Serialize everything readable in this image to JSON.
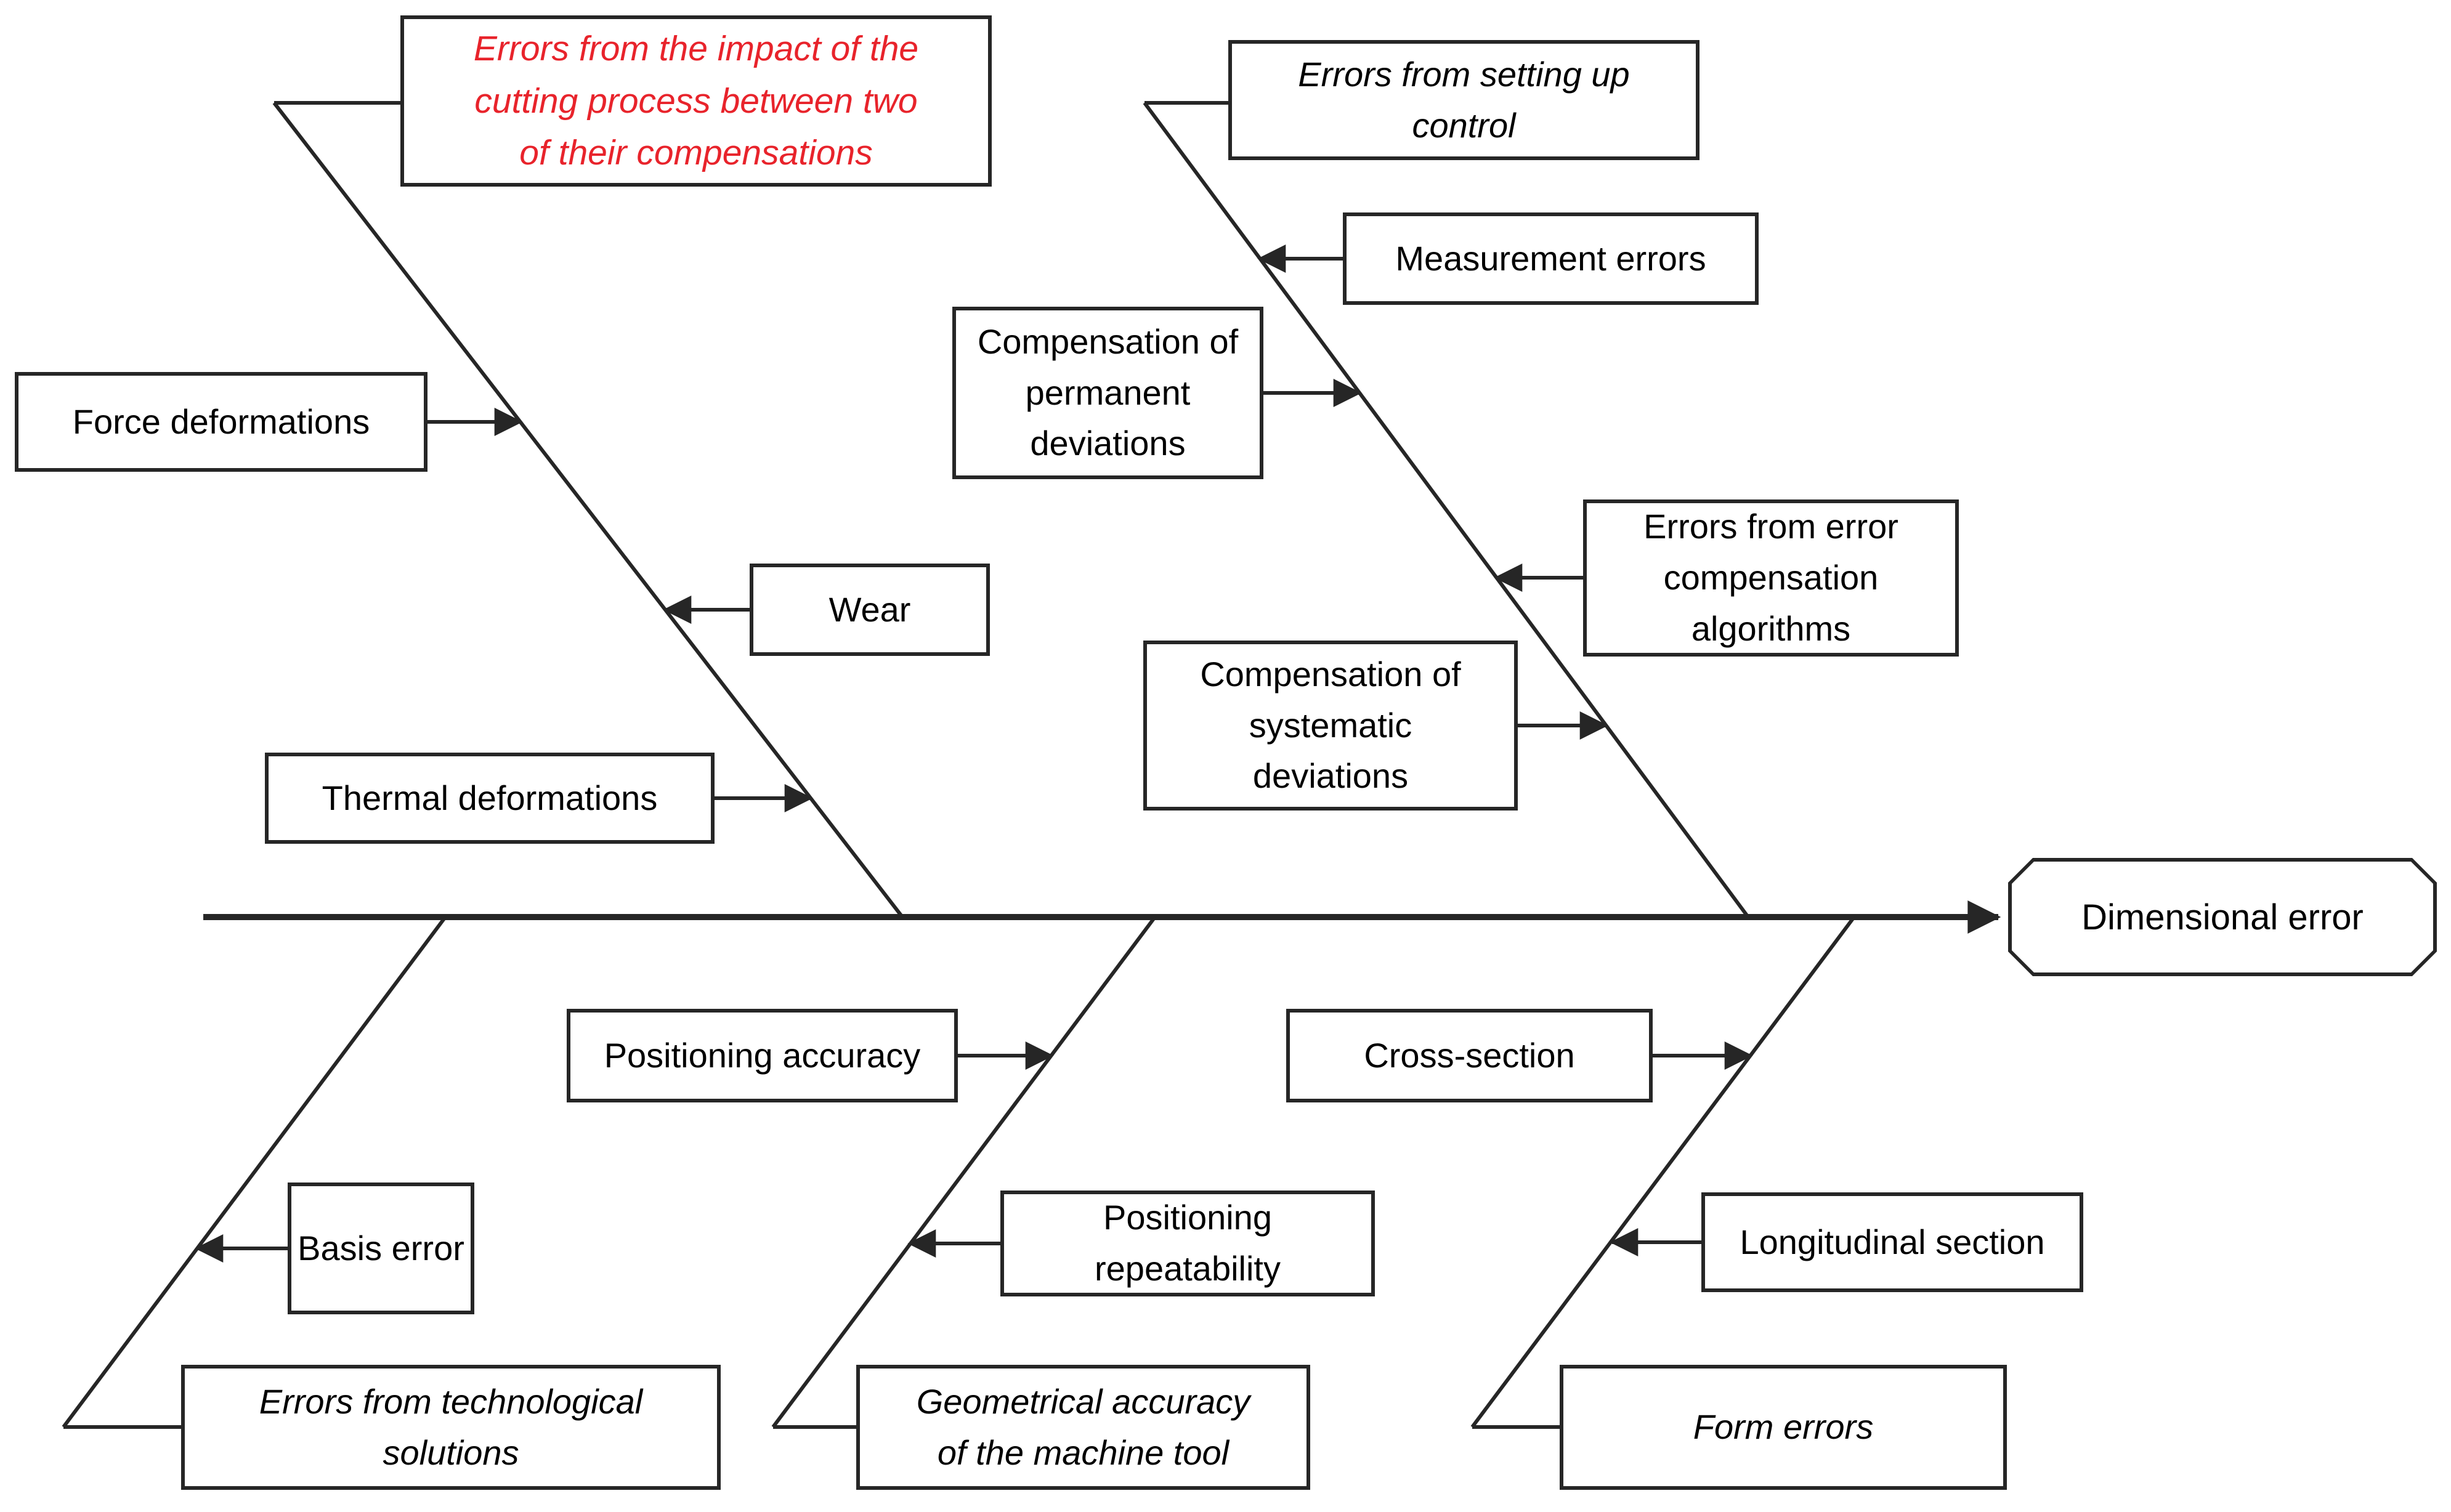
{
  "colors": {
    "ink": "#262626",
    "text": "#000000",
    "highlight_text": "#e8232b",
    "box_bg": "#ffffff",
    "page_bg": "#ffffff"
  },
  "effect": {
    "label": "Dimensional error"
  },
  "branches": {
    "cutting_process": {
      "category": "Errors from the impact of the cutting process between two of their compensations",
      "emphasis": "red-italic",
      "items": {
        "force": "Force deformations",
        "wear": "Wear",
        "thermal": "Thermal deformations"
      }
    },
    "setting_up_control": {
      "category": "Errors from setting up control",
      "items": {
        "measurement": "Measurement errors",
        "permanent": "Compensation of permanent deviations",
        "algorithms": "Errors from error compensation algorithms",
        "systematic": "Compensation of systematic deviations"
      }
    },
    "technological_solutions": {
      "category": "Errors from technological solutions",
      "items": {
        "basis": "Basis error"
      }
    },
    "machine_tool_geometry": {
      "category": "Geometrical accuracy of the machine tool",
      "items": {
        "accuracy": "Positioning accuracy",
        "repeatability": "Positioning repeatability"
      }
    },
    "form": {
      "category": "Form errors",
      "items": {
        "cross": "Cross-section",
        "longitudinal": "Longitudinal section"
      }
    }
  }
}
